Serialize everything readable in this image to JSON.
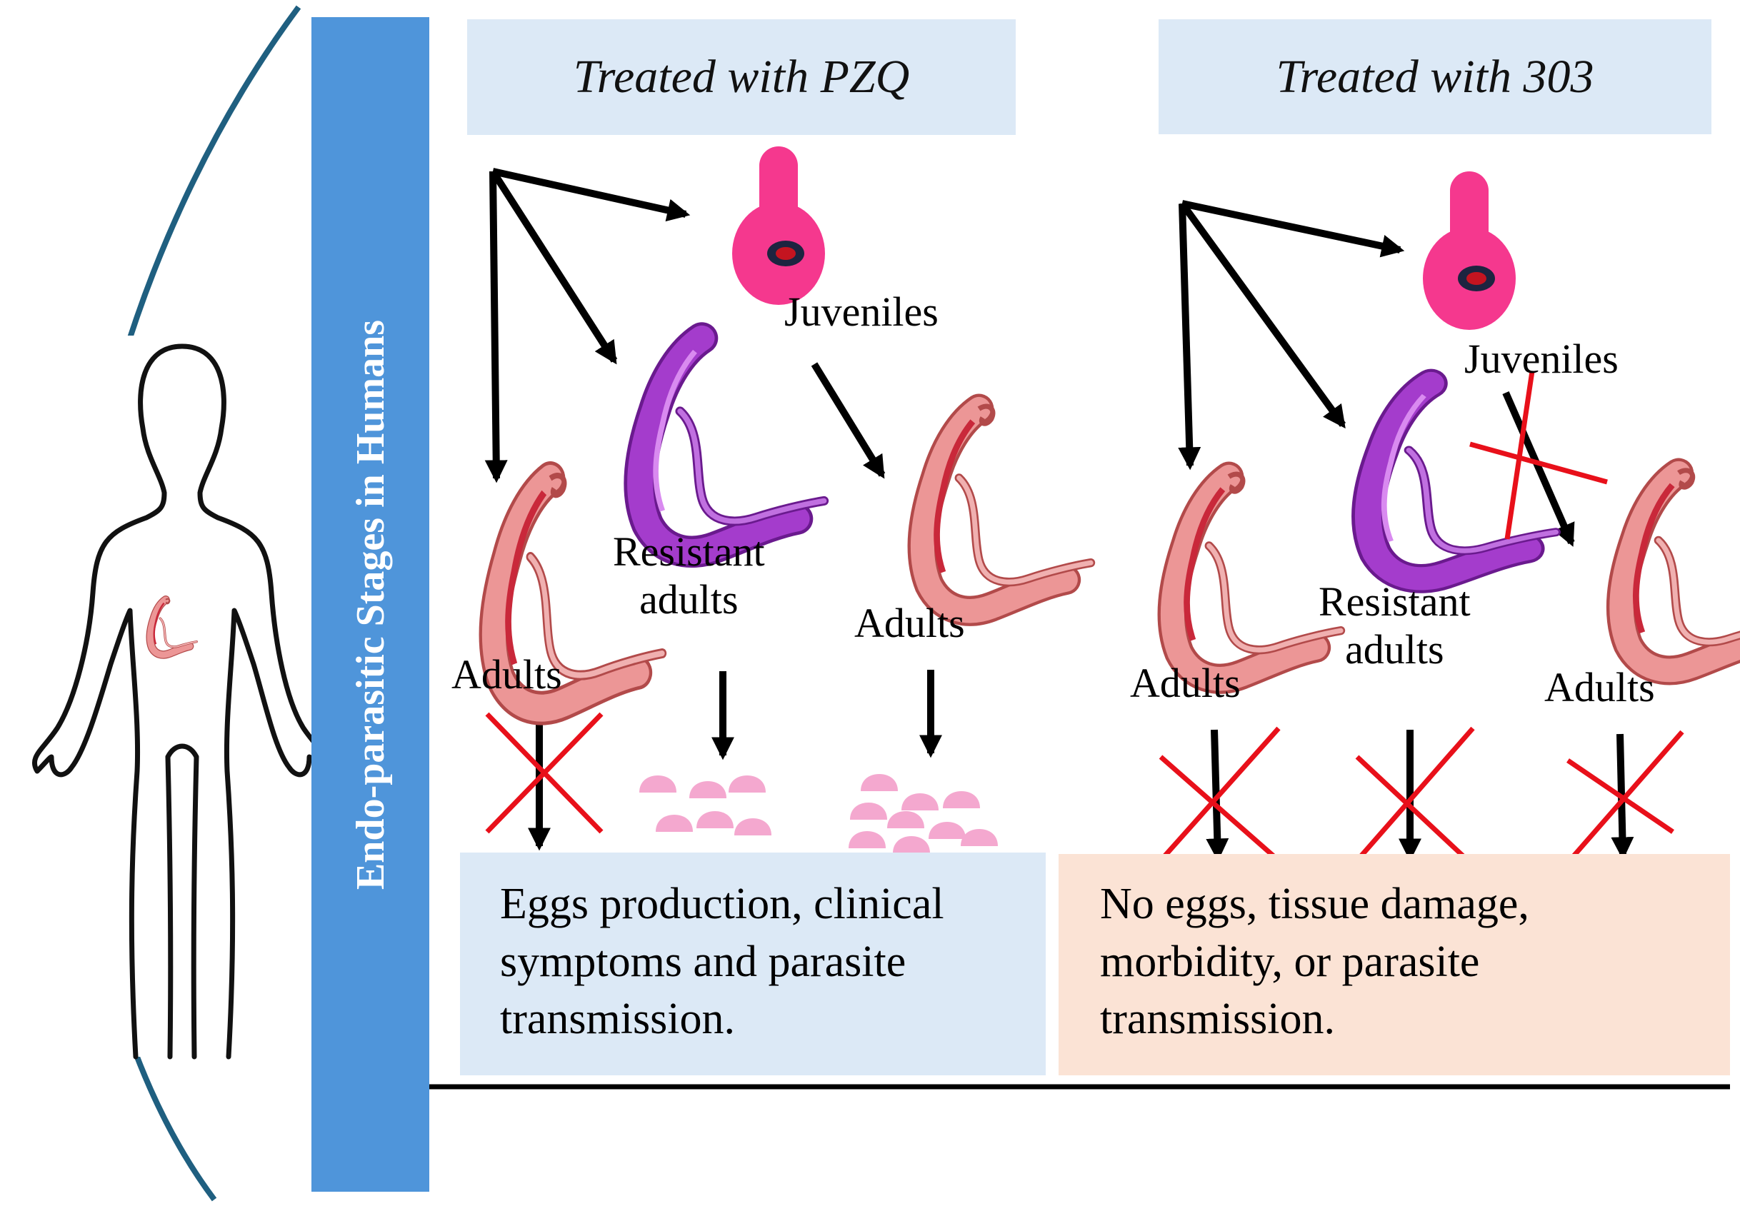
{
  "side_label": "Endo-parasitic Stages in Humans",
  "panels": {
    "pzq": {
      "header": "Treated  with PZQ",
      "juveniles": "Juveniles",
      "adults_left": "Adults",
      "resistant": "Resistant\nadults",
      "adults_right": "Adults",
      "outcome": "Eggs production, clinical symptoms and parasite transmission."
    },
    "t303": {
      "header": "Treated  with 303",
      "juveniles": "Juveniles",
      "adults_left": "Adults",
      "resistant": "Resistant\nadults",
      "adults_right": "Adults",
      "outcome": "No eggs, tissue damage, morbidity, or parasite transmission."
    }
  },
  "colors": {
    "side_bar": "#4f95da",
    "header_fill": "#dce9f6",
    "outcome_pzq_fill": "#dce9f6",
    "outcome_303_fill": "#fbe3d5",
    "juvenile_pink": "#f5388e",
    "adult_worm": "#e98a8a",
    "resistant_worm": "#9a2ec0",
    "egg_pink": "#f4a8cf",
    "cross_red": "#e8101a",
    "arc_teal": "#1f5f80"
  },
  "icons": [
    "human-silhouette-icon",
    "juvenile-schistosomulum-icon",
    "adult-worm-icon",
    "resistant-worm-icon",
    "egg-icon",
    "blocked-cross-icon",
    "arrow-icon"
  ]
}
